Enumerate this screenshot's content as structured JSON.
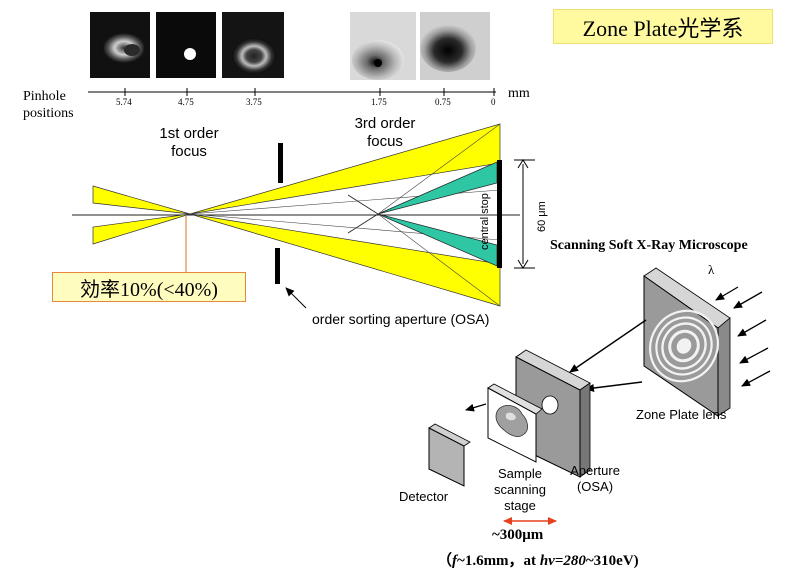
{
  "title": "Zone Plate光学系",
  "pinhole": {
    "label_line1": "Pinhole",
    "label_line2": "positions",
    "unit": "mm",
    "ticks": [
      "5.74",
      "4.75",
      "3.75",
      "1.75",
      "0.75",
      "0"
    ]
  },
  "focus": {
    "first_line1": "1st order",
    "first_line2": "focus",
    "third_line1": "3rd order",
    "third_line2": "focus",
    "central_stop": "central stop",
    "dimension": "60 μm",
    "osa": "order sorting aperture (OSA)"
  },
  "efficiency": "効率10%(<40%)",
  "microscope": {
    "title": "Scanning Soft X-Ray Microscope",
    "lambda": "λ",
    "zone_plate_lens": "Zone Plate lens",
    "aperture_line1": "Aperture",
    "aperture_line2": "(OSA)",
    "sample_line1": "Sample",
    "sample_line2": "scanning",
    "sample_line3": "stage",
    "detector": "Detector",
    "distance": "~300μm",
    "params_f": "f",
    "params_a": "~1.6mm，at ",
    "params_hv": "hv",
    "params_eq": "=",
    "params_280": "280",
    "params_b": "~310eV)"
  },
  "colors": {
    "beam_yellow": "#ffff00",
    "beam_teal": "#2fc7a3",
    "highlight_box": "#fffaa0",
    "callout_border": "#e6893c",
    "arrow_red": "#e8401c"
  }
}
